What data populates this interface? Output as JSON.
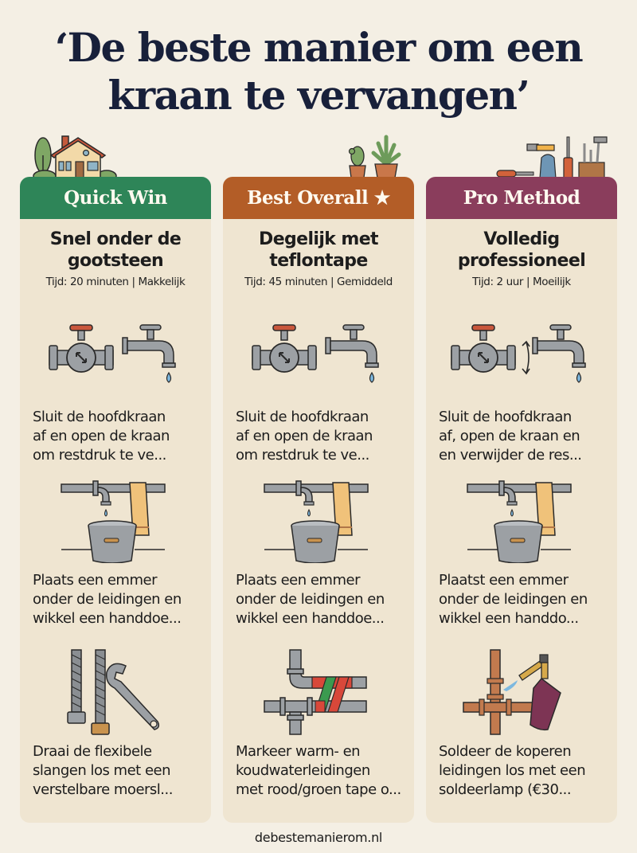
{
  "title": {
    "line1": "‘De beste manier om een",
    "line2": "kraan te vervangen’"
  },
  "columns": [
    {
      "badge": "Quick Win",
      "badge_color": "#2e8558",
      "title_line1": "Snel onder de",
      "title_line2": "gootsteen",
      "meta": "Tijd: 20 minuten | Makkelijk",
      "top_decoration": "house-icon",
      "steps": [
        {
          "icon": "valve-and-faucet-icon",
          "line1": "Sluit de hoofdkraan",
          "line2": "af en open de kraan",
          "line3": "om restdruk te ve..."
        },
        {
          "icon": "bucket-under-pipe-icon",
          "line1": "Plaats een emmer",
          "line2": "onder de leidingen en",
          "line3": "wikkel een handdoe..."
        },
        {
          "icon": "flex-hose-wrench-icon",
          "line1": "Draai de flexibele",
          "line2": "slangen los met een",
          "line3": "verstelbare moersl..."
        }
      ]
    },
    {
      "badge": "Best Overall ★",
      "badge_color": "#b35d27",
      "title_line1": "Degelijk met",
      "title_line2": "teflontape",
      "meta": "Tijd: 45 minuten | Gemiddeld",
      "top_decoration": "potted-plants-icon",
      "steps": [
        {
          "icon": "valve-and-faucet-icon",
          "line1": "Sluit de hoofdkraan",
          "line2": "af en open de kraan",
          "line3": "om restdruk te ve..."
        },
        {
          "icon": "bucket-under-pipe-icon",
          "line1": "Plaats een emmer",
          "line2": "onder de leidingen en",
          "line3": "wikkel een handdoe..."
        },
        {
          "icon": "taped-pipes-icon",
          "line1": "Markeer warm- en",
          "line2": "koudwaterleidingen",
          "line3": "met rood/groen tape o..."
        }
      ]
    },
    {
      "badge": "Pro Method",
      "badge_color": "#8a3d5c",
      "title_line1": "Volledig",
      "title_line2": "professioneel",
      "meta": "Tijd: 2 uur | Moeilijk",
      "top_decoration": "tools-icon",
      "steps": [
        {
          "icon": "valve-faucet-arrow-icon",
          "line1": "Sluit de hoofdkraan",
          "line2": "af, open de kraan en",
          "line3": "en verwijder de res..."
        },
        {
          "icon": "bucket-under-pipe-icon",
          "line1": "Plaatst een emmer",
          "line2": "onder de leidingen en",
          "line3": "wikkel een handdo..."
        },
        {
          "icon": "blowtorch-copper-pipe-icon",
          "line1": "Soldeer de koperen",
          "line2": "leidingen los met een",
          "line3": "soldeerlamp (€30..."
        }
      ]
    }
  ],
  "footer": "debestemanierom.nl"
}
